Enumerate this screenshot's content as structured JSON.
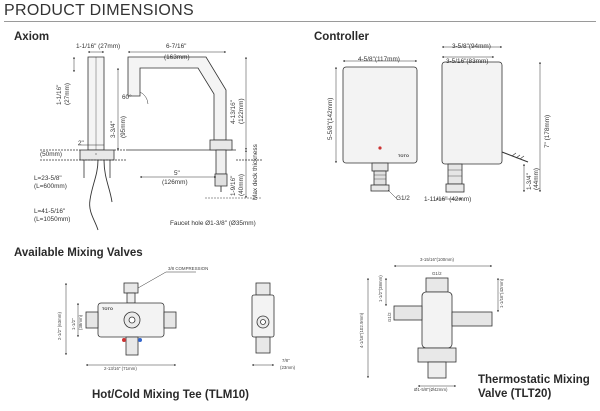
{
  "header": {
    "title": "PRODUCT DIMENSIONS"
  },
  "axiom": {
    "title": "Axiom",
    "spout_width": "1-1/16\" (27mm)",
    "reach": "6-7/16\"",
    "reach_mm": "(163mm)",
    "angle": "60°",
    "spout_top_height": "1-1/16\"",
    "spout_top_height_mm": "(27mm)",
    "spout_height": "3-3/4\"",
    "spout_height_mm": "(95mm)",
    "overall_height": "4-13/16\"",
    "overall_height_mm": "(122mm)",
    "base_diameter": "2\"",
    "base_diameter_mm": "(50mm)",
    "shank_spacing": "5\"",
    "shank_spacing_mm": "(126mm)",
    "shank_length": "1-9/16\"",
    "shank_length_mm": "(40mm)",
    "max_deck": "Max deck thickness",
    "cable_1": "L=23-5/8\"",
    "cable_1_mm": "(L=600mm)",
    "cable_2": "L=41-5/16\"",
    "cable_2_mm": "(L=1050mm)",
    "faucet_hole": "Faucet hole Ø1-3/8\" (Ø35mm)"
  },
  "controller": {
    "title": "Controller",
    "front_width": "4-5/8\"(117mm)",
    "side_width": "3-5/8\"(94mm)",
    "side_inner_width": "3-5/16\"(83mm)",
    "front_height": "5-5/8\"(142mm)",
    "side_height": "7\" (178mm)",
    "inlet_height": "1-3/4\"",
    "inlet_height_mm": "(44mm)",
    "thread": "G1/2",
    "inlet_offset": "1-11/16\" (42mm)",
    "brand": "TOTO"
  },
  "mixing": {
    "title": "Available Mixing Valves",
    "tee": {
      "compression": "3/8 COMPRESSION",
      "height_1": "1-1/2\"",
      "height_1_mm": "(38mm)",
      "height_2": "2-1/2\" (63mm)",
      "width": "2-13/16\" (71mm)",
      "depth": "7/8\"",
      "depth_mm": "(23mm)",
      "brand": "TOTO",
      "caption": "Hot/Cold Mixing Tee (TLM10)"
    },
    "thermo": {
      "width": "3-15/16\"(100mm)",
      "thread": "G1/2",
      "height_1": "1-1/2\"(38mm)",
      "height_2": "1-1/16\"(42mm)",
      "height_3": "4-1/16\"(102.9mm)",
      "side_label": "G1/2",
      "diameter": "Ø1-5/8\"(Ø42mm)",
      "caption_line1": "Thermostatic Mixing",
      "caption_line2": "Valve (TLT20)"
    }
  }
}
